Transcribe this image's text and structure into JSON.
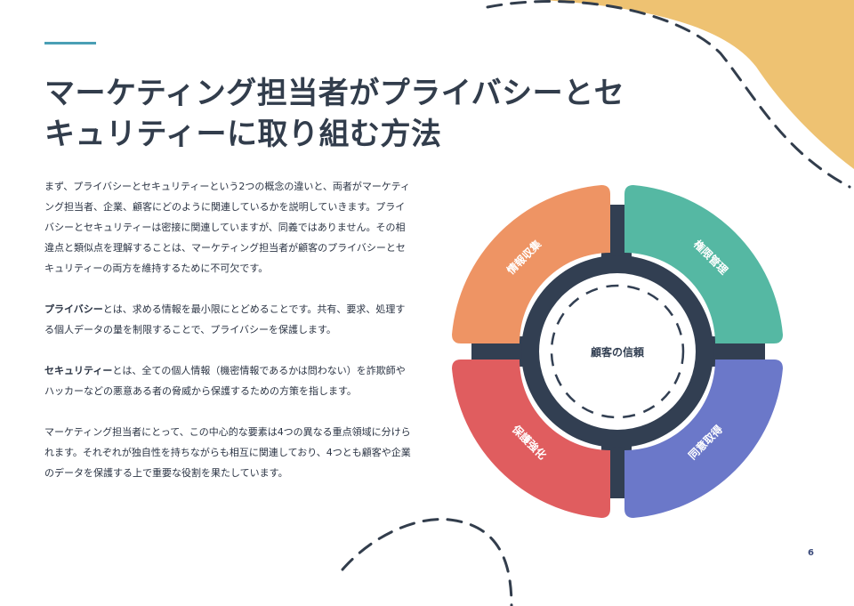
{
  "title": "マーケティング担当者がプライバシーとセキュリティーに取り組む方法",
  "paragraphs": {
    "intro": "まず、プライバシーとセキュリティーという2つの概念の違いと、両者がマーケティング担当者、企業、顧客にどのように関連しているかを説明していきます。プライバシーとセキュリティーは密接に関連していますが、同義ではありません。その相違点と類似点を理解することは、マーケティング担当者が顧客のプライバシーとセキュリティーの両方を維持するために不可欠です。",
    "privacy_term": "プライバシー",
    "privacy_rest": "とは、求める情報を最小限にとどめることです。共有、要求、処理する個人データの量を制限することで、プライバシーを保護します。",
    "security_term": "セキュリティー",
    "security_rest": "とは、全ての個人情報（機密情報であるかは問わない）を詐欺師やハッカーなどの悪意ある者の脅威から保護するための方策を指します。",
    "closing": "マーケティング担当者にとって、この中心的な要素は4つの異なる重点領域に分けられます。それぞれが独自性を持ちながらも相互に関連しており、4つとも顧客や企業のデータを保護する上で重要な役割を果たしています。"
  },
  "diagram": {
    "center_label": "顧客の信頼",
    "quadrants": [
      {
        "label": "情報収集",
        "color": "#ee9464"
      },
      {
        "label": "権限管理",
        "color": "#55b8a3"
      },
      {
        "label": "同意取得",
        "color": "#6b78c9"
      },
      {
        "label": "保護強化",
        "color": "#e05d5f"
      }
    ],
    "ring_color": "#323f52"
  },
  "decor": {
    "blob_color": "#eec272",
    "accent_color": "#4a9fb5"
  },
  "page_number": "6"
}
